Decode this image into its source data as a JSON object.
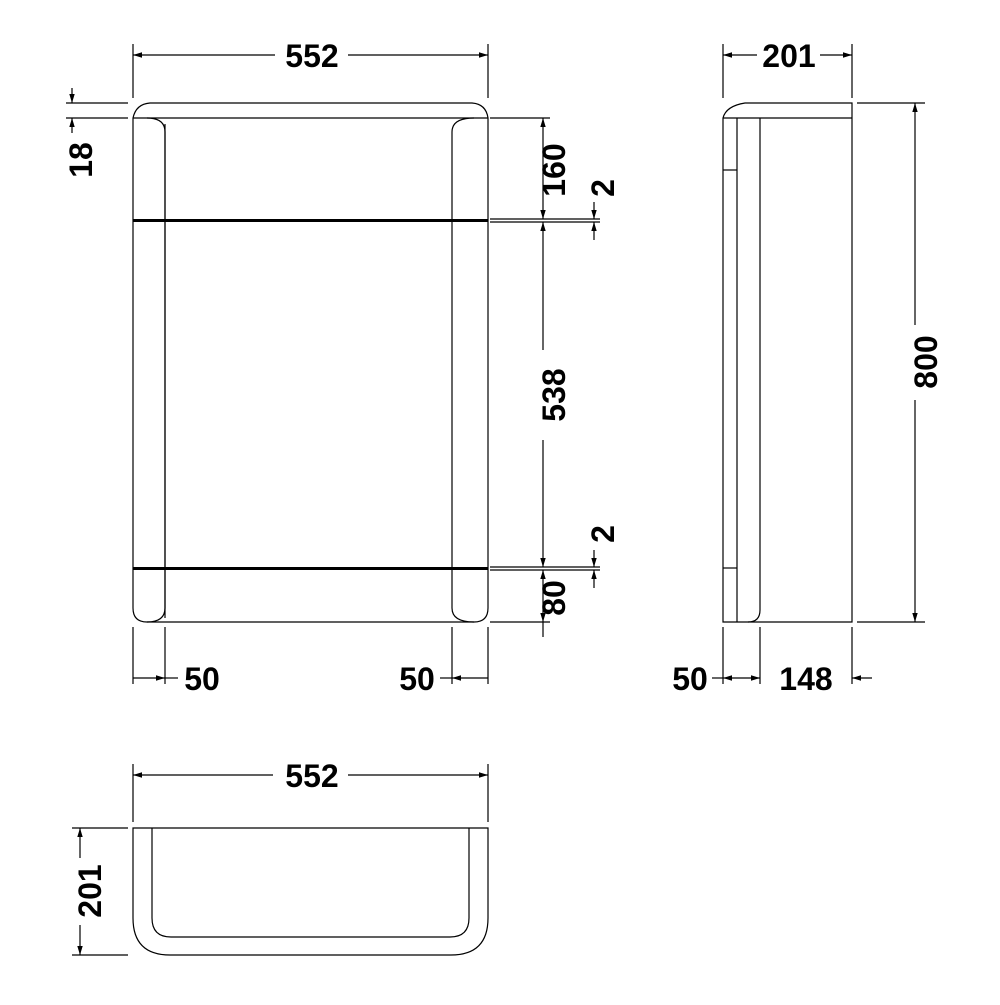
{
  "drawing": {
    "front_view": {
      "width_label": "552",
      "top_lip_label": "18",
      "top_panel_label": "160",
      "upper_gap_label": "2",
      "door_label": "538",
      "lower_gap_label": "2",
      "plinth_label": "80",
      "left_side_label": "50",
      "right_side_label": "50"
    },
    "side_view": {
      "depth_label": "201",
      "height_label": "800",
      "door_depth_label": "50",
      "body_depth_label": "148"
    },
    "top_view": {
      "width_label": "552",
      "depth_label": "201"
    },
    "colors": {
      "line": "#000000",
      "background": "#ffffff"
    }
  }
}
